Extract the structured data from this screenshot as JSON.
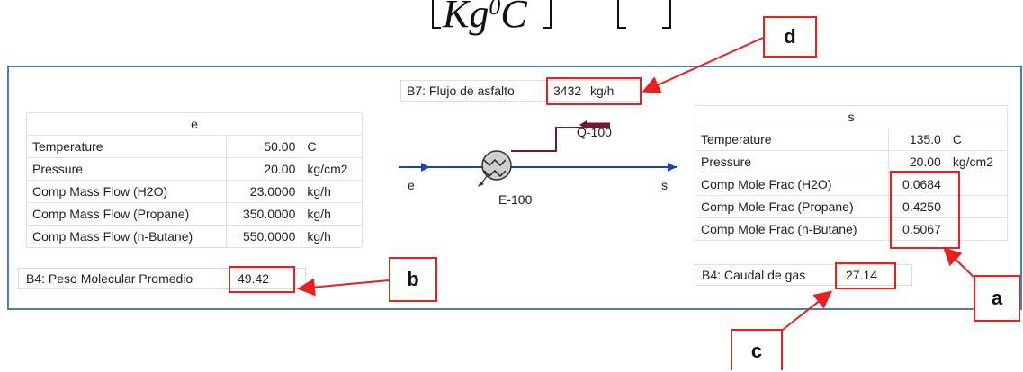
{
  "equation": {
    "text": "Kg",
    "superscript": "0",
    "unit": "C"
  },
  "flow_field": {
    "label": "B7: Flujo de asfalto",
    "value": "3432",
    "unit": "kg/h"
  },
  "inlet_stream": {
    "name": "e",
    "rows": [
      {
        "property": "Temperature",
        "value": "50.00",
        "unit": "C"
      },
      {
        "property": "Pressure",
        "value": "20.00",
        "unit": "kg/cm2"
      },
      {
        "property": "Comp Mass Flow (H2O)",
        "value": "23.0000",
        "unit": "kg/h"
      },
      {
        "property": "Comp Mass Flow (Propane)",
        "value": "350.0000",
        "unit": "kg/h"
      },
      {
        "property": "Comp Mass Flow (n-Butane)",
        "value": "550.0000",
        "unit": "kg/h"
      }
    ]
  },
  "outlet_stream": {
    "name": "s",
    "rows": [
      {
        "property": "Temperature",
        "value": "135.0",
        "unit": "C"
      },
      {
        "property": "Pressure",
        "value": "20.00",
        "unit": "kg/cm2"
      },
      {
        "property": "Comp Mole Frac (H2O)",
        "value": "0.0684",
        "unit": ""
      },
      {
        "property": "Comp Mole Frac (Propane)",
        "value": "0.4250",
        "unit": ""
      },
      {
        "property": "Comp Mole Frac (n-Butane)",
        "value": "0.5067",
        "unit": ""
      }
    ]
  },
  "mw_field": {
    "label": "B4: Peso Molecular Promedio",
    "value": "49.42"
  },
  "gas_field": {
    "label": "B4: Caudal de gas",
    "value": "27.14"
  },
  "diagram": {
    "energy_stream": "Q-100",
    "exchanger": "E-100",
    "inlet_label": "e",
    "outlet_label": "s"
  },
  "callouts": {
    "a": "a",
    "b": "b",
    "c": "c",
    "d": "d"
  },
  "colors": {
    "frame": "#4a7db5",
    "highlight": "#e8201e",
    "material_stream": "#1f3fbf",
    "energy_stream": "#7a1530"
  }
}
